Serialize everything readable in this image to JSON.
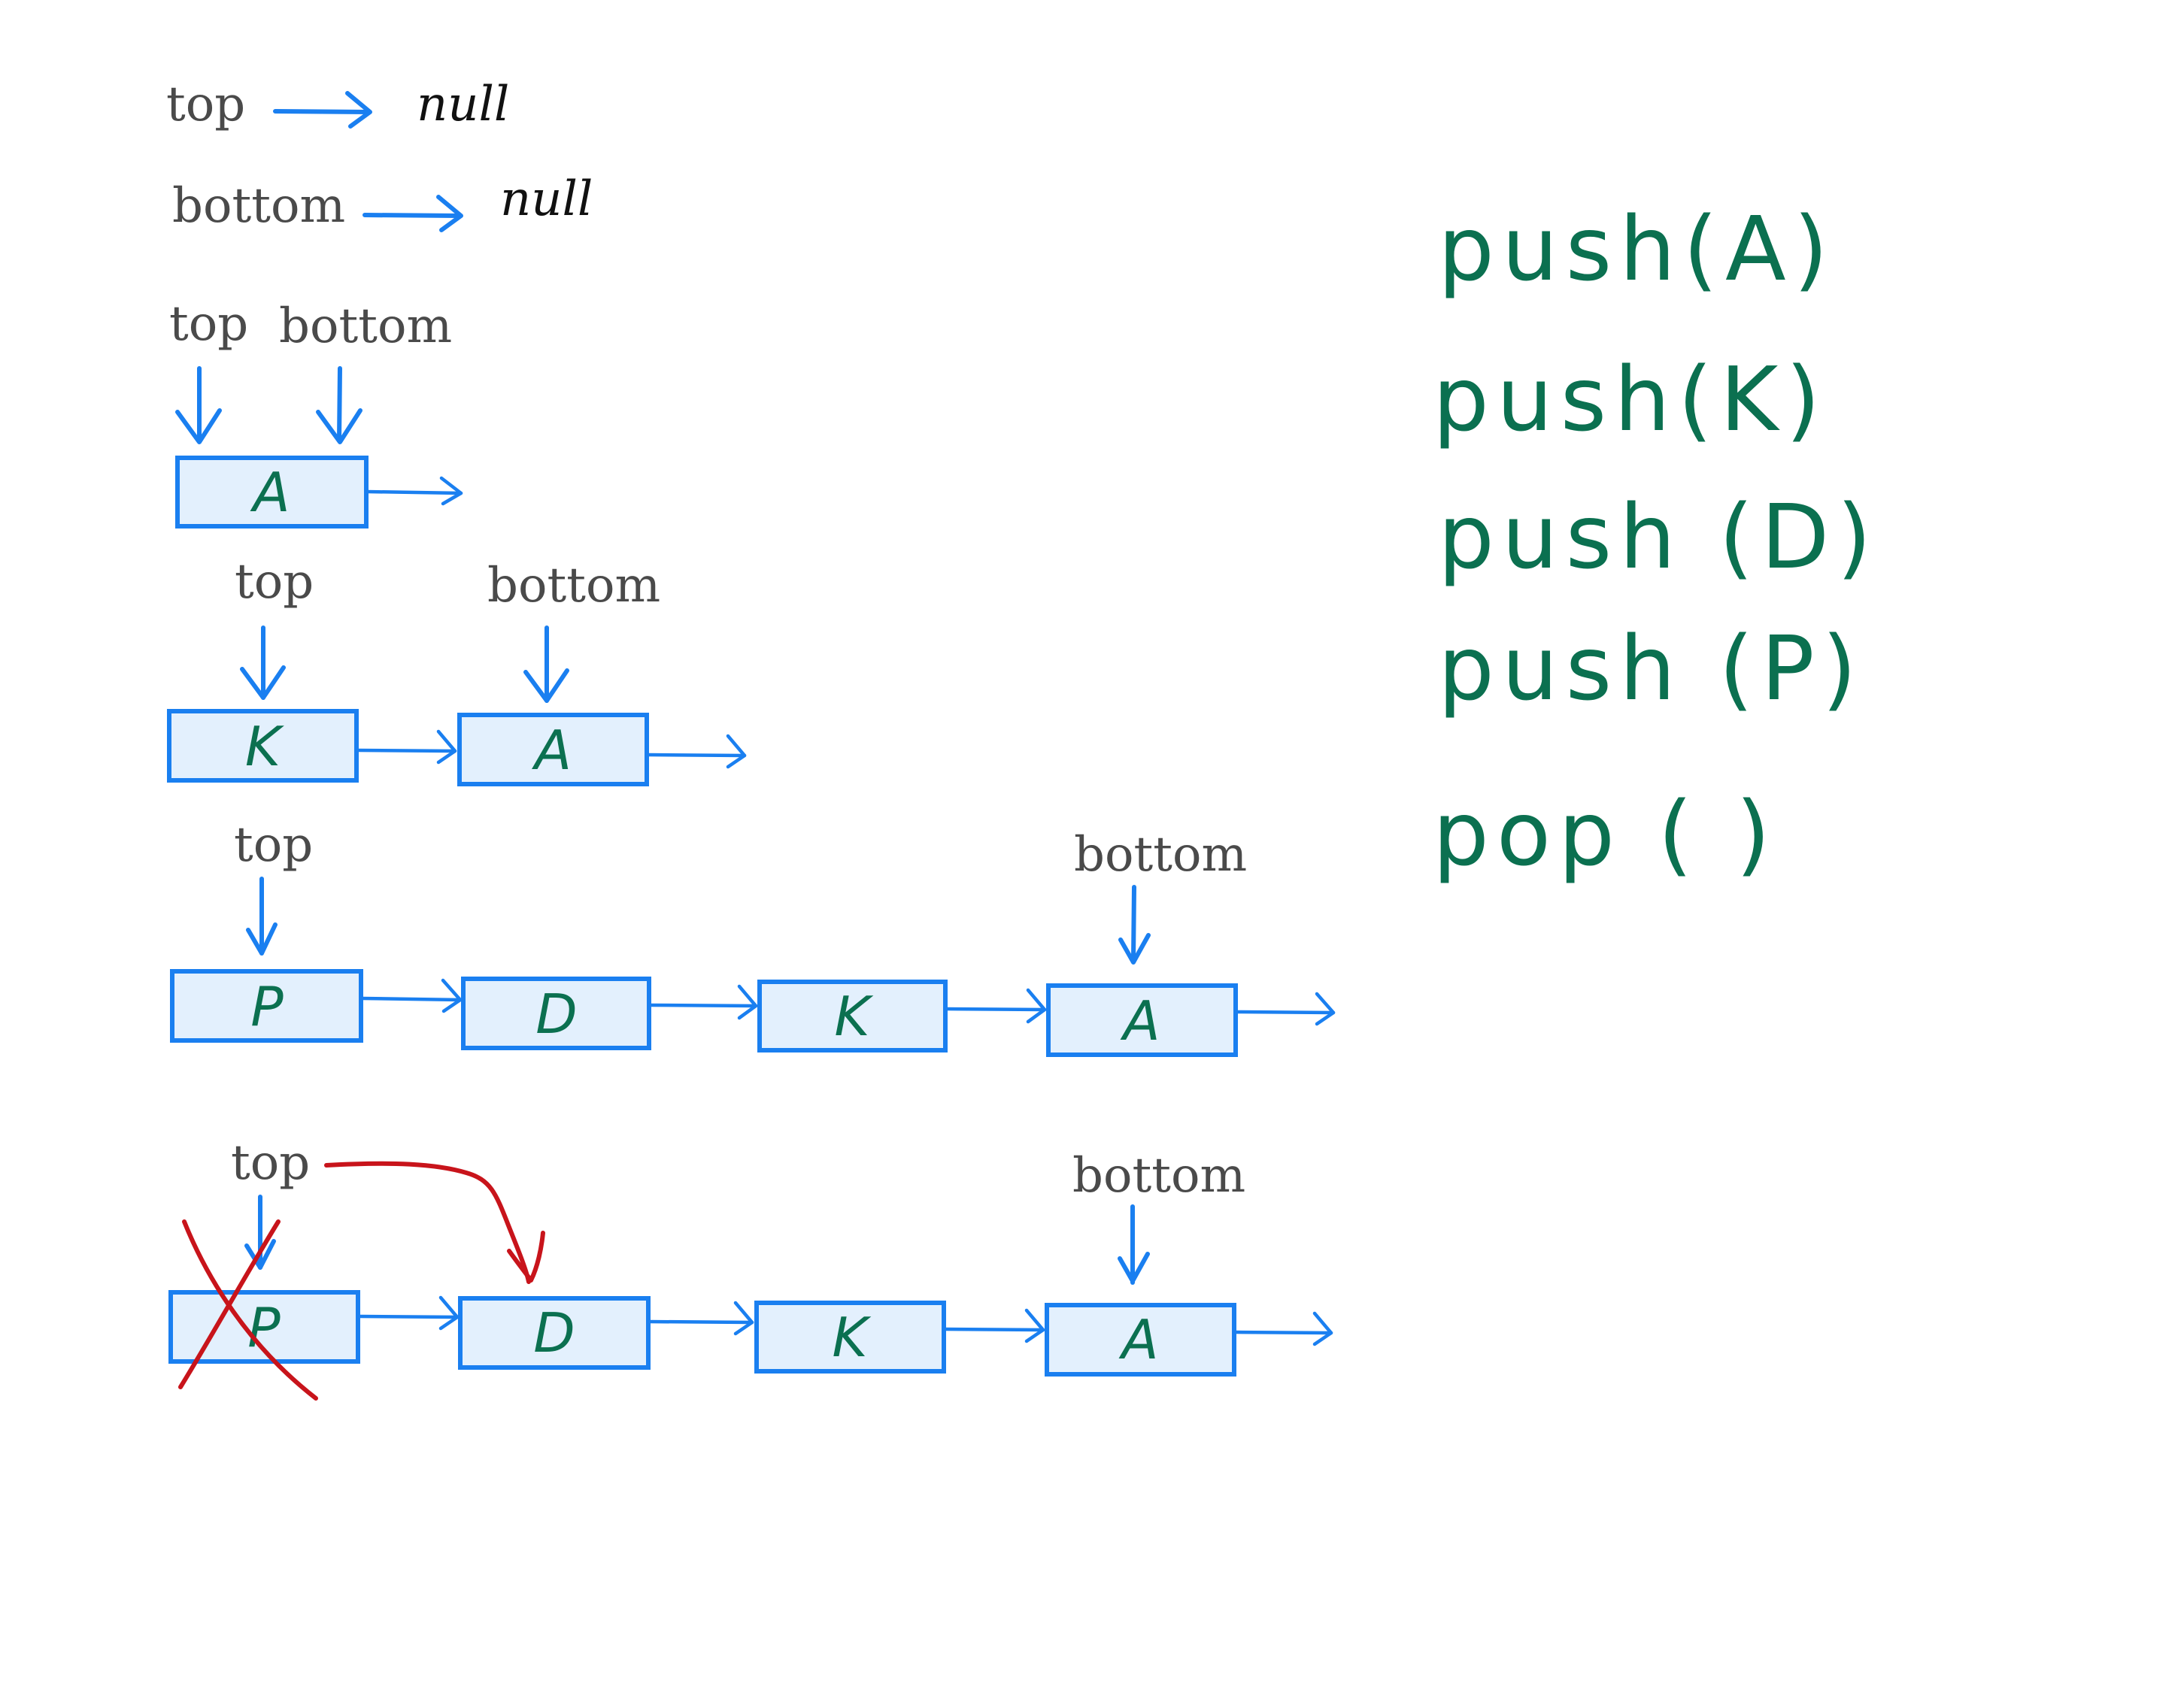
{
  "colors": {
    "pointer_arrow": "#1a7ff0",
    "node_fill": "#e3f0fd",
    "node_border": "#1a7ff0",
    "node_value": "#0b7050",
    "label_text": "#4a4a4a",
    "null_text": "#111111",
    "command_text": "#0b7050",
    "removal_mark": "#c8141b"
  },
  "initial_state": {
    "top_label": "top",
    "top_value": "null",
    "bottom_label": "bottom",
    "bottom_value": "null"
  },
  "stages": [
    {
      "top_label": "top",
      "bottom_label": "bottom",
      "nodes": [
        "A"
      ]
    },
    {
      "top_label": "top",
      "bottom_label": "bottom",
      "nodes": [
        "K",
        "A"
      ]
    },
    {
      "top_label": "top",
      "bottom_label": "bottom",
      "nodes": [
        "P",
        "D",
        "K",
        "A"
      ]
    },
    {
      "top_label": "top",
      "bottom_label": "bottom",
      "nodes": [
        "P",
        "D",
        "K",
        "A"
      ],
      "removed_node": "P",
      "top_moves_to": "D"
    }
  ],
  "commands": [
    "push(A)",
    "push(K)",
    "push (D)",
    "push (P)",
    "pop ( )"
  ]
}
